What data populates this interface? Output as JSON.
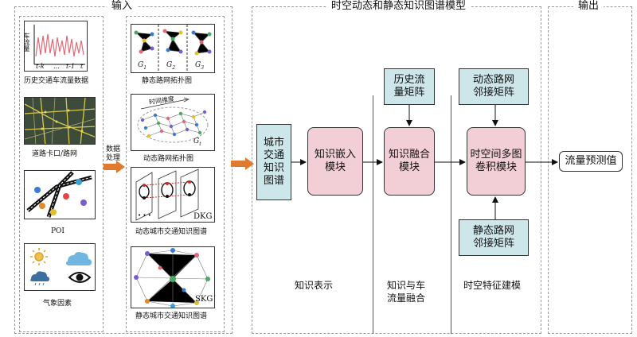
{
  "sections": {
    "input": "输入",
    "model": "时空动态和静态知识图谱模型",
    "output": "输出"
  },
  "raw_inputs": {
    "history_flow": {
      "caption": "历史交通车流量数据",
      "ylabel": "车流量",
      "xticks": [
        "t-k",
        "…",
        "t-1",
        "t"
      ]
    },
    "road_checkpoint": {
      "caption": "道路卡口/路网"
    },
    "poi": {
      "caption": "POI"
    },
    "weather": {
      "caption": "气象因素"
    }
  },
  "processing": {
    "label_line1": "数据",
    "label_line2": "处理"
  },
  "processed": {
    "static_topo": {
      "caption": "静态路网拓扑图",
      "labels": [
        "G",
        "G",
        "G"
      ],
      "subs": [
        "1",
        "2",
        "3"
      ]
    },
    "dynamic_topo": {
      "caption": "动态路网拓扑图",
      "time_dim": "时间维度",
      "graph_label": "G",
      "graph_sub": "t"
    },
    "dkg": {
      "caption": "动态城市交通知识图谱",
      "tag": "DKG"
    },
    "skg": {
      "caption": "静态城市交通知识图谱",
      "tag": "SKG"
    }
  },
  "model": {
    "kg_box": "城市交通知识图谱",
    "embed": "知识嵌入模块",
    "fusion": "知识融合模块",
    "history_matrix": "历史流量矩阵",
    "gcn": "时空间多图卷积模块",
    "dyn_adj": "动态路网邻接矩阵",
    "static_adj": "静态路网邻接矩阵",
    "bottom_labels": {
      "kr": "知识表示",
      "fusion_l1": "知识与车",
      "fusion_l2": "流量融合",
      "st": "时空特征建模"
    }
  },
  "output": {
    "prediction": "流量预测值"
  },
  "colors": {
    "pink": "#f2cfd6",
    "teal": "#cde6ea",
    "arrow_orange": "#e07a2e",
    "flow_line": "#e06a78"
  }
}
